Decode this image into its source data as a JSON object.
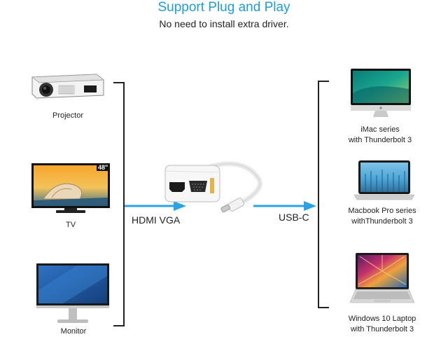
{
  "header": {
    "title": "Support Plug and Play",
    "subtitle": "No need to install extra driver."
  },
  "devices_left": [
    {
      "label": "Projector",
      "icon": "projector-icon"
    },
    {
      "label": "TV",
      "icon": "tv-icon",
      "badge": "48\""
    },
    {
      "label": "Monitor",
      "icon": "monitor-icon"
    }
  ],
  "devices_right": [
    {
      "label_line1": "iMac series",
      "label_line2": "with Thunderbolt 3",
      "icon": "imac-icon"
    },
    {
      "label_line1": "Macbook Pro series",
      "label_line2": "withThunderbolt 3",
      "icon": "macbook-icon"
    },
    {
      "label_line1": "Windows 10 Laptop",
      "label_line2": "with Thunderbolt 3",
      "icon": "laptop-icon"
    }
  ],
  "ports": {
    "output_label": "HDMI VGA",
    "input_label": "USB-C"
  },
  "colors": {
    "accent": "#1f9be0",
    "arrow": "#29a3e3",
    "bracket": "#222222"
  }
}
